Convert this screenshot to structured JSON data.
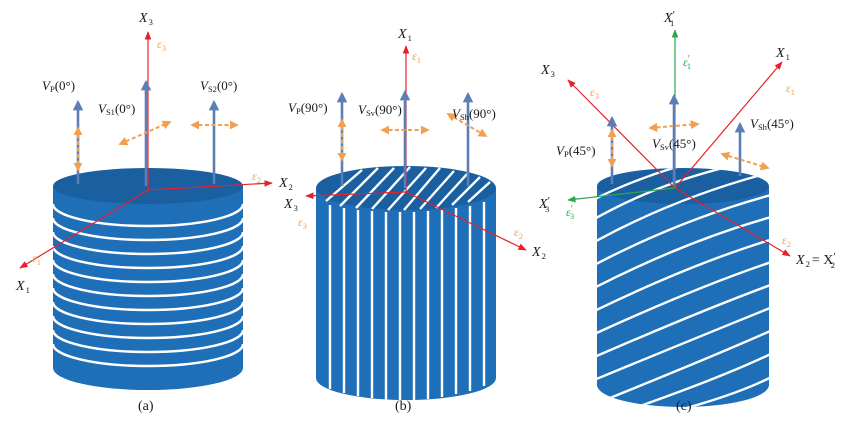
{
  "colors": {
    "cylinder": "#1f6fb8",
    "cylinder_dark": "#1a5fa0",
    "axis": "#e8202a",
    "strain": "#f0a050",
    "velocity": "#5b7fb5",
    "rotated_axis": "#2ca84a"
  },
  "panel_a": {
    "caption": "(a)",
    "axis_x3": "X",
    "axis_x3_sub": "3",
    "axis_x2": "X",
    "axis_x2_sub": "2",
    "axis_x1": "X",
    "axis_x1_sub": "1",
    "eps3": "ε",
    "eps3_sub": "3",
    "eps2": "ε",
    "eps2_sub": "2",
    "eps1": "ε",
    "eps1_sub": "1",
    "vp_label": "V",
    "vp_sub": "P",
    "vp_angle": "(0°)",
    "vs1_label": "V",
    "vs1_sub": "S1",
    "vs1_angle": "(0°)",
    "vs2_label": "V",
    "vs2_sub": "S2",
    "vs2_angle": "(0°)"
  },
  "panel_b": {
    "caption": "(b)",
    "axis_x1": "X",
    "axis_x1_sub": "1",
    "axis_x3": "X",
    "axis_x3_sub": "3",
    "axis_x2": "X",
    "axis_x2_sub": "2",
    "eps1": "ε",
    "eps1_sub": "1",
    "eps3": "ε",
    "eps3_sub": "3",
    "eps2": "ε",
    "eps2_sub": "2",
    "vp_label": "V",
    "vp_sub": "P",
    "vp_angle": "(90°)",
    "vsv_label": "V",
    "vsv_sub": "Sv",
    "vsv_angle": "(90°)",
    "vsh_label": "V",
    "vsh_sub": "Sh",
    "vsh_angle": "(90°)"
  },
  "panel_c": {
    "caption": "(c)",
    "axis_x1p": "X",
    "axis_x1p_sub": "1",
    "axis_x1": "X",
    "axis_x1_sub": "1",
    "axis_x3": "X",
    "axis_x3_sub": "3",
    "axis_x3p": "X",
    "axis_x3p_sub": "3",
    "axis_x2": "X",
    "axis_x2_sub": "2",
    "axis_x2_eq": "= X",
    "axis_x2_eq_sub": "2",
    "prime": "′",
    "eps1p": "ε",
    "eps1p_sub": "1",
    "eps3": "ε",
    "eps3_sub": "3",
    "eps1": "ε",
    "eps1_sub": "1",
    "eps3p": "ε",
    "eps3p_sub": "3",
    "eps2": "ε",
    "eps2_sub": "2",
    "vp_label": "V",
    "vp_sub": "P",
    "vp_angle": "(45°)",
    "vsv_label": "V",
    "vsv_sub": "Sv",
    "vsv_angle": "(45°)",
    "vsh_label": "V",
    "vsh_sub": "Sh",
    "vsh_angle": "(45°)"
  }
}
